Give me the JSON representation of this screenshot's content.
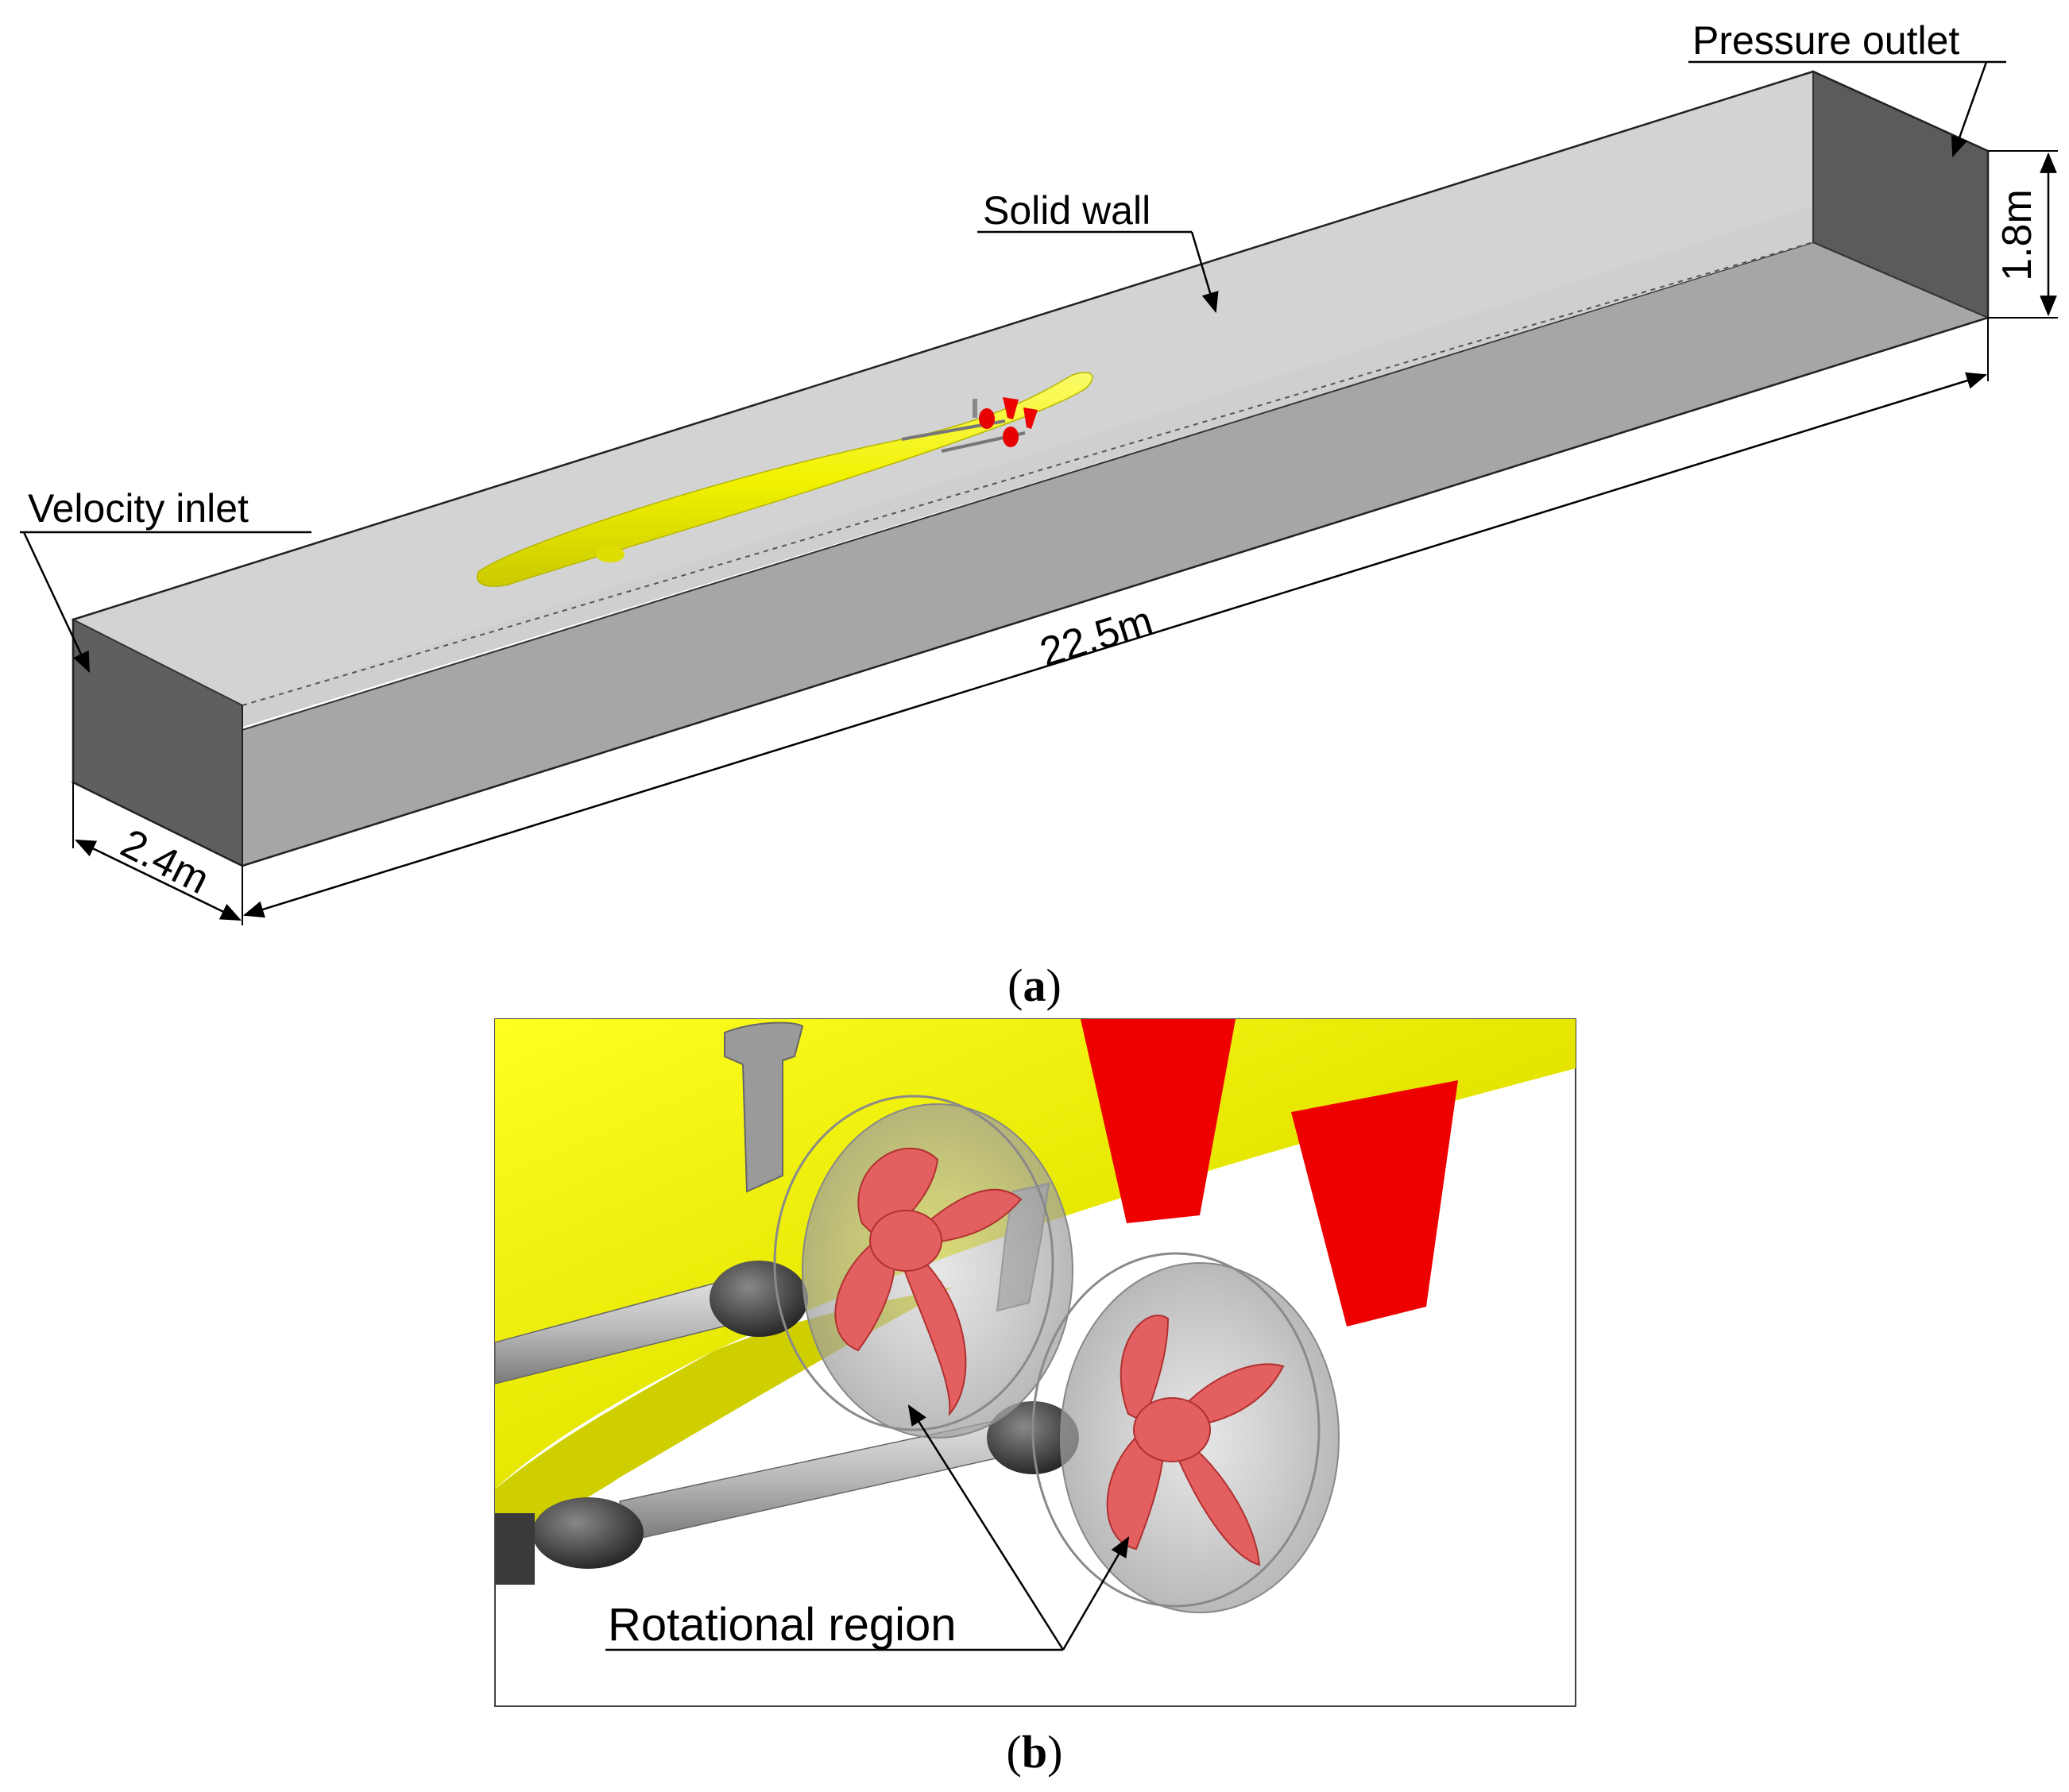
{
  "panel_a": {
    "labels": {
      "pressure_outlet": "Pressure outlet",
      "solid_wall": "Solid wall",
      "velocity_inlet": "Velocity inlet"
    },
    "dimensions": {
      "length": "22.5m",
      "width": "2.4m",
      "height": "1.8m"
    },
    "caption_letter": "a"
  },
  "panel_b": {
    "labels": {
      "rotational_region": "Rotational region"
    },
    "caption_letter": "b"
  },
  "colors": {
    "wall_light": "#a8a8a8",
    "wall_dark": "#5d5d5d",
    "hull_yellow": "#f2f200",
    "rudder_red": "#ee0000",
    "propeller_red": "#e86a6a",
    "shaft_gray": "#bfbfbf"
  }
}
